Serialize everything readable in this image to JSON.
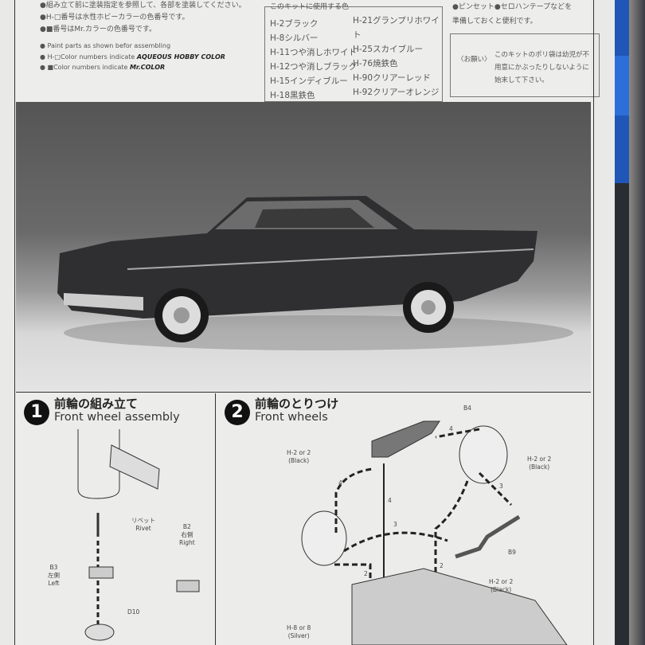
{
  "instructions_ja": [
    "●組み立て前に塗装指定を参照して、各部を塗装してください。",
    "●H-□番号は水性ホビーカラーの色番号です。",
    "●■番号はMr.カラーの色番号です。"
  ],
  "instructions_en": [
    "● Paint parts as shown befor assembling",
    "● H-□Color numbers indicate",
    "● ■Color numbers indicate"
  ],
  "brand_aqueous": "AQUEOUS HOBBY COLOR",
  "brand_mr": "Mr.COLOR",
  "color_box": {
    "heading": "このキットに使用する色",
    "left": [
      "H-2ブラック",
      "H-8シルバー",
      "H-11つや消しホワイト",
      "H-12つや消しブラック",
      "H-15インディブルー",
      "H-18黒鉄色"
    ],
    "right": [
      "H-21グランプリホワイト",
      "H-25スカイブルー",
      "H-76焼鉄色",
      "H-90クリアーレッド",
      "H-92クリアーオレンジ"
    ]
  },
  "tools": [
    "●ピンセット●セロハンテープなどを",
    "準備しておくと便利です。"
  ],
  "notice": {
    "label": "〈お願い〉",
    "text": "このキットのポリ袋は幼児が不用意にかぶったりしないように始末して下さい。"
  },
  "step1": {
    "number": "1",
    "title_ja": "前輪の組み立て",
    "title_en": "Front wheel assembly",
    "labels": {
      "rivet_ja": "リベット",
      "rivet_en": "Rivet",
      "b2": "B2",
      "b2_ja": "右側",
      "b2_en": "Right",
      "b3": "B3",
      "b3_ja": "左側",
      "b3_en": "Left",
      "d10": "D10"
    }
  },
  "step2": {
    "number": "2",
    "title_ja": "前輪のとりつけ",
    "title_en": "Front wheels",
    "labels": {
      "b4": "B4",
      "b9": "B9",
      "paint1": "H-2 or 2",
      "paint1_sub": "(Black)",
      "paint2": "H-2 or 2",
      "paint2_sub": "(Black)",
      "paint3": "H-2 or 2",
      "paint3_sub": "(Black)",
      "paint4": "H-8 or 8",
      "paint4_sub": "(Silver)"
    },
    "seq": [
      "4",
      "4",
      "4",
      "3",
      "3",
      "2",
      "2"
    ]
  }
}
